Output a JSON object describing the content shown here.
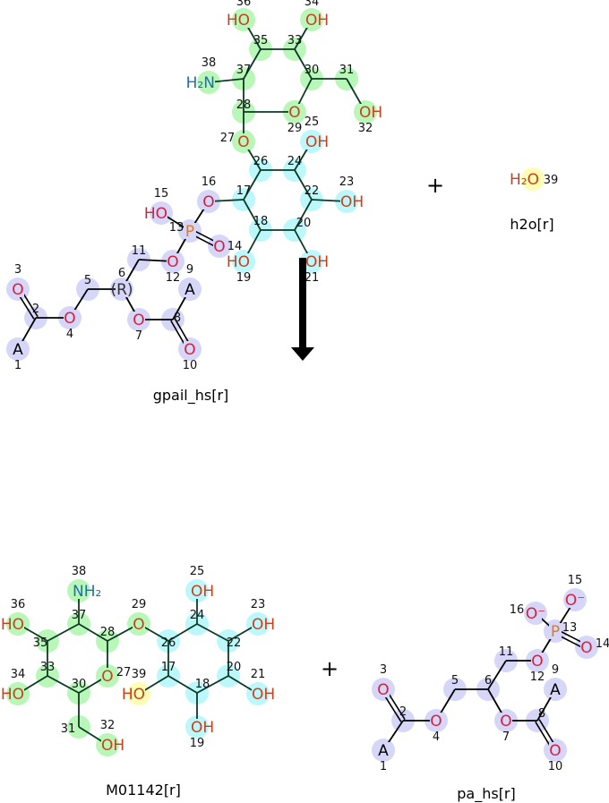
{
  "colors": {
    "green": "#b8f7b8",
    "cyan": "#bcf8fb",
    "purple": "#d6d6f8",
    "yellow": "#fdfdb4",
    "O": "#d81e3c",
    "O_dark": "#c8401e",
    "N": "#1f6fb4",
    "P": "#e07a1f",
    "C": "#222222"
  },
  "reaction": {
    "plus_1": "+",
    "plus_2": "+"
  },
  "molecules": {
    "gpail": {
      "caption": "gpail_hs[r]",
      "atoms": [
        {
          "n": "1",
          "label": "A",
          "hl": "purple"
        },
        {
          "n": "2",
          "label": "",
          "hl": "purple"
        },
        {
          "n": "3",
          "label": "O",
          "hl": "purple"
        },
        {
          "n": "4",
          "label": "O",
          "hl": "purple"
        },
        {
          "n": "5",
          "label": "",
          "hl": "purple"
        },
        {
          "n": "6",
          "label": "(R)",
          "hl": "purple"
        },
        {
          "n": "7",
          "label": "O",
          "hl": "purple"
        },
        {
          "n": "8",
          "label": "",
          "hl": "purple"
        },
        {
          "n": "9",
          "label": "A",
          "hl": "purple"
        },
        {
          "n": "10",
          "label": "O",
          "hl": "purple"
        },
        {
          "n": "11",
          "label": "",
          "hl": "purple"
        },
        {
          "n": "12",
          "label": "O",
          "hl": "purple"
        },
        {
          "n": "13",
          "label": "P",
          "hl": "purple"
        },
        {
          "n": "14",
          "label": "O",
          "hl": "purple"
        },
        {
          "n": "15",
          "label": "HO",
          "hl": "purple"
        },
        {
          "n": "16",
          "label": "O",
          "hl": "purple"
        },
        {
          "n": "17",
          "label": "",
          "hl": "cyan"
        },
        {
          "n": "18",
          "label": "",
          "hl": "cyan"
        },
        {
          "n": "19",
          "label": "HO",
          "hl": "cyan"
        },
        {
          "n": "20",
          "label": "",
          "hl": "cyan"
        },
        {
          "n": "21",
          "label": "OH",
          "hl": "cyan"
        },
        {
          "n": "22",
          "label": "",
          "hl": "cyan"
        },
        {
          "n": "23",
          "label": "OH",
          "hl": "cyan"
        },
        {
          "n": "24",
          "label": "",
          "hl": "cyan"
        },
        {
          "n": "25",
          "label": "OH",
          "hl": "cyan"
        },
        {
          "n": "26",
          "label": "",
          "hl": "cyan"
        },
        {
          "n": "27",
          "label": "O",
          "hl": "green"
        },
        {
          "n": "28",
          "label": "",
          "hl": "green"
        },
        {
          "n": "29",
          "label": "O",
          "hl": "green"
        },
        {
          "n": "30",
          "label": "",
          "hl": "green"
        },
        {
          "n": "31",
          "label": "",
          "hl": "green"
        },
        {
          "n": "32",
          "label": "OH",
          "hl": "green"
        },
        {
          "n": "33",
          "label": "",
          "hl": "green"
        },
        {
          "n": "34",
          "label": "OH",
          "hl": "green"
        },
        {
          "n": "35",
          "label": "",
          "hl": "green"
        },
        {
          "n": "36",
          "label": "HO",
          "hl": "green"
        },
        {
          "n": "37",
          "label": "",
          "hl": "green"
        },
        {
          "n": "38",
          "label": "H₂N",
          "hl": "green"
        }
      ]
    },
    "h2o": {
      "caption": "h2o[r]",
      "atoms": [
        {
          "n": "39",
          "label": "H₂O",
          "hl": "yellow"
        }
      ]
    },
    "m01142": {
      "caption": "M01142[r]",
      "atoms": [
        {
          "n": "17",
          "label": "",
          "hl": "cyan"
        },
        {
          "n": "18",
          "label": "",
          "hl": "cyan"
        },
        {
          "n": "19",
          "label": "OH",
          "hl": "cyan"
        },
        {
          "n": "20",
          "label": "",
          "hl": "cyan"
        },
        {
          "n": "21",
          "label": "OH",
          "hl": "cyan"
        },
        {
          "n": "22",
          "label": "",
          "hl": "cyan"
        },
        {
          "n": "23",
          "label": "OH",
          "hl": "cyan"
        },
        {
          "n": "24",
          "label": "",
          "hl": "cyan"
        },
        {
          "n": "25",
          "label": "OH",
          "hl": "cyan"
        },
        {
          "n": "26",
          "label": "",
          "hl": "cyan"
        },
        {
          "n": "27",
          "label": "O",
          "hl": "green"
        },
        {
          "n": "28",
          "label": "",
          "hl": "green"
        },
        {
          "n": "29",
          "label": "O",
          "hl": "green"
        },
        {
          "n": "30",
          "label": "",
          "hl": "green"
        },
        {
          "n": "31",
          "label": "",
          "hl": "green"
        },
        {
          "n": "32",
          "label": "OH",
          "hl": "green"
        },
        {
          "n": "33",
          "label": "",
          "hl": "green"
        },
        {
          "n": "34",
          "label": "HO",
          "hl": "green"
        },
        {
          "n": "35",
          "label": "",
          "hl": "green"
        },
        {
          "n": "36",
          "label": "HO",
          "hl": "green"
        },
        {
          "n": "37",
          "label": "",
          "hl": "green"
        },
        {
          "n": "38",
          "label": "NH₂",
          "hl": "green"
        },
        {
          "n": "39",
          "label": "HO",
          "hl": "yellow"
        }
      ]
    },
    "pa": {
      "caption": "pa_hs[r]",
      "atoms": [
        {
          "n": "1",
          "label": "A",
          "hl": "purple"
        },
        {
          "n": "2",
          "label": "",
          "hl": "purple"
        },
        {
          "n": "3",
          "label": "O",
          "hl": "purple"
        },
        {
          "n": "4",
          "label": "O",
          "hl": "purple"
        },
        {
          "n": "5",
          "label": "",
          "hl": "purple"
        },
        {
          "n": "6",
          "label": "",
          "hl": "purple"
        },
        {
          "n": "7",
          "label": "O",
          "hl": "purple"
        },
        {
          "n": "8",
          "label": "",
          "hl": "purple"
        },
        {
          "n": "9",
          "label": "A",
          "hl": "purple"
        },
        {
          "n": "10",
          "label": "O",
          "hl": "purple"
        },
        {
          "n": "11",
          "label": "",
          "hl": "purple"
        },
        {
          "n": "12",
          "label": "O",
          "hl": "purple"
        },
        {
          "n": "13",
          "label": "P",
          "hl": "purple"
        },
        {
          "n": "14",
          "label": "O",
          "hl": "purple"
        },
        {
          "n": "15",
          "label": "O⁻",
          "hl": "purple"
        },
        {
          "n": "16",
          "label": "O⁻",
          "hl": "purple"
        }
      ]
    }
  }
}
